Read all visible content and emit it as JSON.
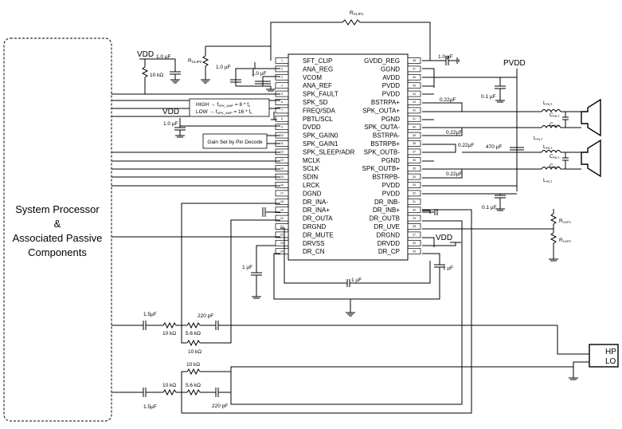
{
  "processor": {
    "line1": "System Processor",
    "line2": "&",
    "line3": "Associated Passive",
    "line4": "Components"
  },
  "ic": {
    "left_pins": [
      {
        "label": "SFT_CLIP",
        "num": "1"
      },
      {
        "label": "ANA_REG",
        "num": "2"
      },
      {
        "label": "VCOM",
        "num": "3"
      },
      {
        "label": "ANA_REF",
        "num": "4"
      },
      {
        "label": "SPK_FAULT",
        "num": "5"
      },
      {
        "label": "SPK_SD",
        "num": "6"
      },
      {
        "label": "FREQ/SDA",
        "num": "7"
      },
      {
        "label": "PBTL/SCL",
        "num": "8"
      },
      {
        "label": "DVDD",
        "num": "9"
      },
      {
        "label": "SPK_GAIN0",
        "num": "10"
      },
      {
        "label": "SPK_GAIN1",
        "num": "11"
      },
      {
        "label": "SPK_SLEEP/ADR",
        "num": "12"
      },
      {
        "label": "MCLK",
        "num": "13"
      },
      {
        "label": "SCLK",
        "num": "14"
      },
      {
        "label": "SDIN",
        "num": "15"
      },
      {
        "label": "LRCK",
        "num": "16"
      },
      {
        "label": "DGND",
        "num": "17"
      },
      {
        "label": "DR_INA-",
        "num": "18"
      },
      {
        "label": "DR_INA+",
        "num": "19"
      },
      {
        "label": "DR_OUTA",
        "num": "20"
      },
      {
        "label": "DRGND",
        "num": "21"
      },
      {
        "label": "DR_MUTE",
        "num": "22"
      },
      {
        "label": "DRVSS",
        "num": "23"
      },
      {
        "label": "DR_CN",
        "num": "24"
      }
    ],
    "right_pins": [
      {
        "label": "GVDD_REG",
        "num": "48"
      },
      {
        "label": "GGND",
        "num": "47"
      },
      {
        "label": "AVDD",
        "num": "46"
      },
      {
        "label": "PVDD",
        "num": "45"
      },
      {
        "label": "PVDD",
        "num": "44"
      },
      {
        "label": "BSTRPA+",
        "num": "43"
      },
      {
        "label": "SPK_OUTA+",
        "num": "42"
      },
      {
        "label": "PGND",
        "num": "41"
      },
      {
        "label": "SPK_OUTA-",
        "num": "40"
      },
      {
        "label": "BSTRPA-",
        "num": "39"
      },
      {
        "label": "BSTRPB+",
        "num": "38"
      },
      {
        "label": "SPK_OUTB-",
        "num": "37"
      },
      {
        "label": "PGND",
        "num": "36"
      },
      {
        "label": "SPK_OUTB+",
        "num": "35"
      },
      {
        "label": "BSTRPB-",
        "num": "34"
      },
      {
        "label": "PVDD",
        "num": "33"
      },
      {
        "label": "PVDD",
        "num": "32"
      },
      {
        "label": "DR_INB-",
        "num": "31"
      },
      {
        "label": "DR_INB+",
        "num": "30"
      },
      {
        "label": "DR_OUTB",
        "num": "29"
      },
      {
        "label": "DR_UVE",
        "num": "28"
      },
      {
        "label": "DRGND",
        "num": "27"
      },
      {
        "label": "DRVDD",
        "num": "26"
      },
      {
        "label": "DR_CP",
        "num": "25"
      }
    ]
  },
  "labels": {
    "rclip1_main": "R",
    "rclip1_sub": "CLIP1",
    "rclip2_main": "R",
    "rclip2_sub": "CLIP2",
    "vdd_top": "VDD",
    "vdd_mid": "VDD",
    "vdd_right": "VDD",
    "pvdd": "PVDD",
    "cap_1uf_a": "1.0 µF",
    "cap_1uf_b": "1.0 µF",
    "cap_1uf_c": "1.0 µF",
    "cap_1uf_d": "1.0 µF",
    "cap_1uf_e": "1.0 µF",
    "res_10k_top": "10 kΩ",
    "cap_pvdd_top": "0.1 µF",
    "cap_pvdd_bot": "0.1 µF",
    "cap_bst_1": "0.22µF",
    "cap_bst_2": "0.22µF",
    "cap_bst_3": "0.22µF",
    "cap_bst_4": "0.22µF",
    "cap_470": "470 µF",
    "lfilt_main": "L",
    "lfilt_sub": "FILT",
    "cfilt_main": "C",
    "cfilt_sub": "FILT",
    "ruvp1_main": "R",
    "ruvp1_sub": "UVP1",
    "ruvp2_main": "R",
    "ruvp2_sub": "UVP2",
    "cap_1u_left": "1 µF",
    "cap_1u_bottom": "1 µF",
    "cap_1u_right": "1 µF",
    "freq_high": "HIGH → f",
    "freq_high_sub": "SPK_AMP",
    "freq_high_val": " = 8 * f",
    "freq_high_s": "s",
    "freq_low": "LOW → f",
    "freq_low_sub": "SPK_AMP",
    "freq_low_val": " = 16 * f",
    "freq_low_s": "s",
    "gain_box": "Gain Set by Pin Decode",
    "hp_cap_top": "1.5µF",
    "hp_cap_bot": "1.5µF",
    "hp_r10k_a": "10 kΩ",
    "hp_r10k_b": "10 kΩ",
    "hp_r10k_c": "10 kΩ",
    "hp_r10k_d": "10 kΩ",
    "hp_r56_a": "5.6 kΩ",
    "hp_r56_b": "5.6 kΩ",
    "hp_c220_a": "220 pF",
    "hp_c220_b": "220 pF",
    "hp_jack_a": "HP",
    "hp_jack_b": "LO"
  }
}
